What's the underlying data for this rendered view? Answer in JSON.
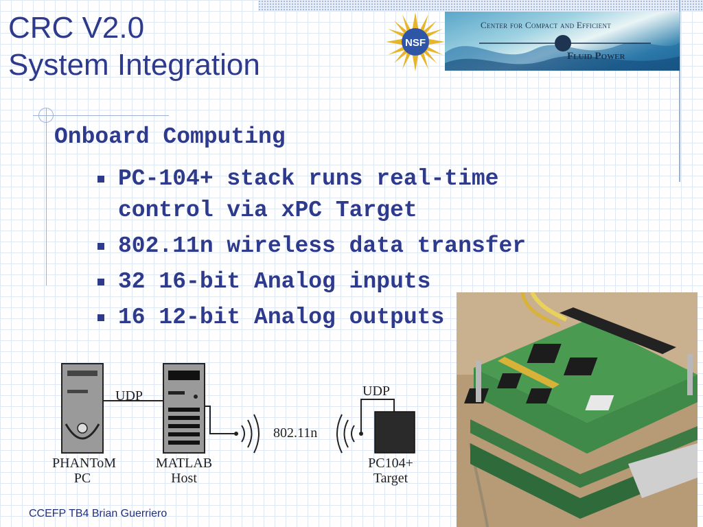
{
  "slide": {
    "title_line1": "CRC V2.0",
    "title_line2": "System Integration",
    "section_heading": "Onboard Computing",
    "bullets": [
      {
        "line1": "PC-104+ stack runs real-time",
        "line2": "control via xPC Target"
      },
      {
        "line1": "802.11n wireless data transfer"
      },
      {
        "line1": "32 16-bit Analog inputs"
      },
      {
        "line1": "16 12-bit Analog outputs"
      }
    ],
    "footer": "CCEFP TB4 Brian Guerriero"
  },
  "logos": {
    "nsf_text": "NSF",
    "ccefp_line1": "Center for Compact and Efficient",
    "ccefp_line2": "Fluid Power"
  },
  "diagram": {
    "udp_left": "UDP",
    "udp_right": "UDP",
    "wireless": "802.11n",
    "phantom_line1": "PHANToM",
    "phantom_line2": "PC",
    "matlab_line1": "MATLAB",
    "matlab_line2": "Host",
    "target_line1": "PC104+",
    "target_line2": "Target"
  },
  "colors": {
    "title": "#2e3a8c",
    "grid": "#dfe6f4",
    "nsf_gold": "#e8b42a",
    "nsf_blue": "#2f56a6"
  }
}
